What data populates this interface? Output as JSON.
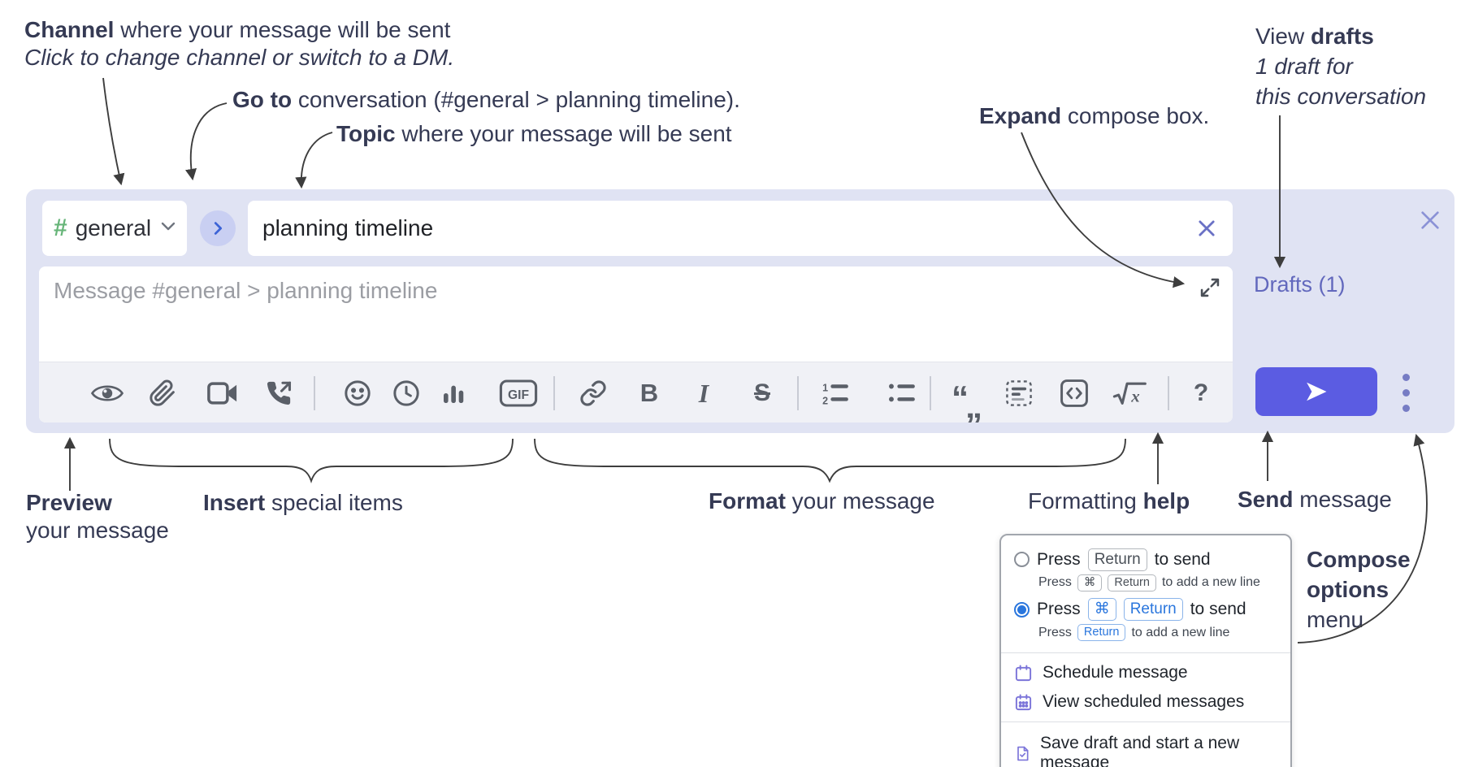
{
  "annotations": {
    "channel_line1_bold": "Channel",
    "channel_line1_rest": " where your message will be sent",
    "channel_line2": "Click to change channel or switch to a DM.",
    "goto_bold": "Go to",
    "goto_rest": " conversation (#general > planning timeline).",
    "topic_bold": "Topic",
    "topic_rest": " where your message will be sent",
    "view_drafts_pre": "View ",
    "view_drafts_bold": "drafts",
    "view_drafts_line2": "1 draft for",
    "view_drafts_line3": "this conversation",
    "expand_bold": "Expand",
    "expand_rest": " compose box.",
    "preview_bold": "Preview",
    "preview_line2": "your message",
    "insert_bold": "Insert",
    "insert_rest": " special items",
    "format_bold": "Format",
    "format_rest": " your message",
    "help_pre": "Formatting ",
    "help_bold": "help",
    "send_bold": "Send",
    "send_rest": " message",
    "compose_options_line1": "Compose",
    "compose_options_line2": "options",
    "compose_options_line3": "menu"
  },
  "compose": {
    "channel_hash": "#",
    "channel_name": "general",
    "topic_value": "planning timeline",
    "message_placeholder": "Message #general > planning timeline",
    "drafts_link": "Drafts (1)",
    "toolbar": {
      "gif": "GIF",
      "bold": "B",
      "italic": "I",
      "strike": "S",
      "help": "?"
    }
  },
  "popup": {
    "options": [
      {
        "selected": false,
        "main_pre": "Press",
        "key1": "Return",
        "main_post": "to send",
        "sub_pre": "Press",
        "sub_key1": "⌘",
        "sub_key2": "Return",
        "sub_post": "to add a new line"
      },
      {
        "selected": true,
        "main_pre": "Press",
        "key1": "⌘",
        "key2": "Return",
        "main_post": "to send",
        "sub_pre": "Press",
        "sub_key1": "Return",
        "sub_post": "to add a new line"
      }
    ],
    "items": [
      {
        "label": "Schedule message"
      },
      {
        "label": "View scheduled messages"
      },
      {
        "label": "Save draft and start a new message"
      }
    ]
  },
  "colors": {
    "accent_send": "#5b5ce2",
    "compose_bg": "#e0e3f3",
    "channel_hash_green": "#67b579",
    "drafts_link": "#6268bd",
    "popup_icon_purple": "#7b74d9",
    "key_blue": "#2a76dd",
    "annotation_text": "#353a54",
    "toolbar_icon": "#5a5f68"
  }
}
